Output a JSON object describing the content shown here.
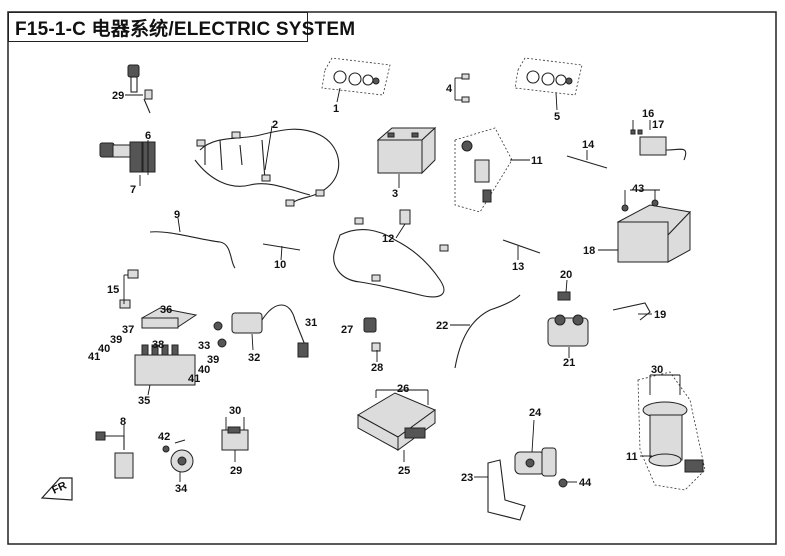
{
  "header": {
    "title": "F15-1-C  电器系统/ELECTRIC SYSTEM"
  },
  "callouts": {
    "c1": "1",
    "c2": "2",
    "c3": "3",
    "c4": "4",
    "c5": "5",
    "c6": "6",
    "c7": "7",
    "c8": "8",
    "c9": "9",
    "c10": "10",
    "c11a": "11",
    "c11b": "11",
    "c12": "12",
    "c13": "13",
    "c14": "14",
    "c15": "15",
    "c16": "16",
    "c17": "17",
    "c18": "18",
    "c19": "19",
    "c20": "20",
    "c21": "21",
    "c22": "22",
    "c23": "23",
    "c24": "24",
    "c25": "25",
    "c26": "26",
    "c27": "27",
    "c28": "28",
    "c29a": "29",
    "c29b": "29",
    "c30a": "30",
    "c30b": "30",
    "c31": "31",
    "c32": "32",
    "c33": "33",
    "c34": "34",
    "c35": "35",
    "c36": "36",
    "c37": "37",
    "c38": "38",
    "c39a": "39",
    "c39b": "39",
    "c40a": "40",
    "c40b": "40",
    "c41a": "41",
    "c41b": "41",
    "c42": "42",
    "c43": "43",
    "c44": "44"
  },
  "logo": {
    "text": "FR"
  }
}
